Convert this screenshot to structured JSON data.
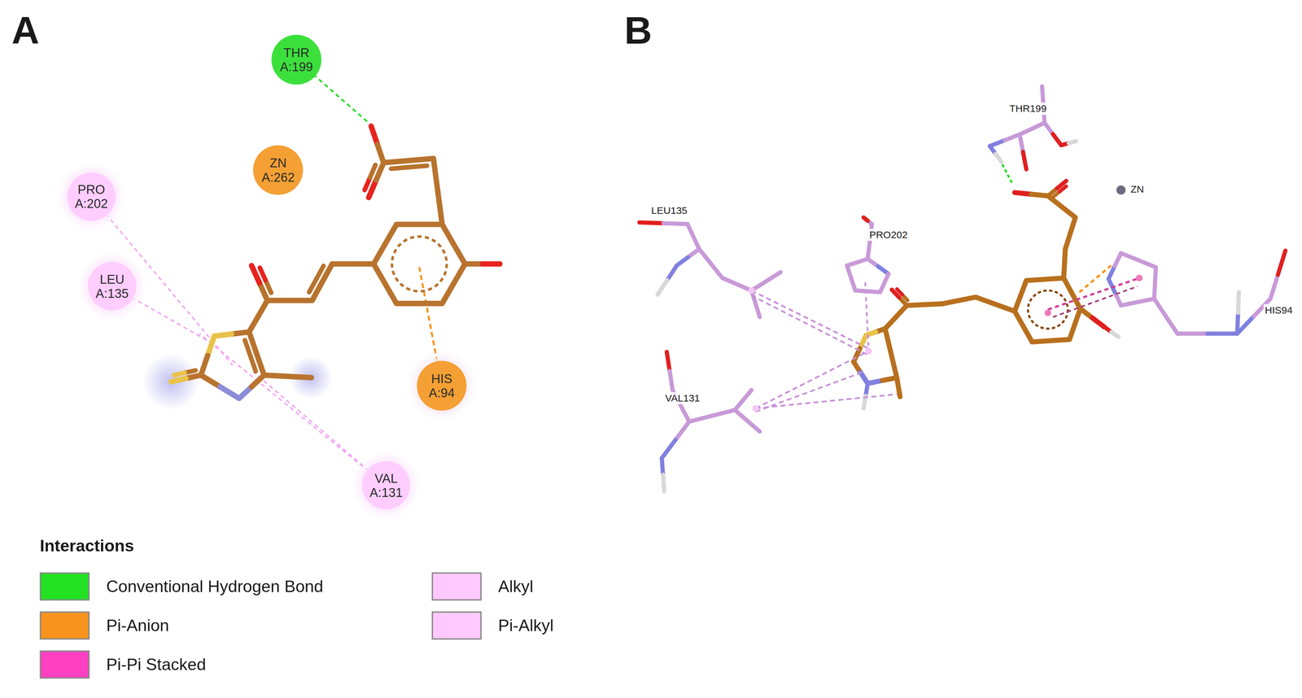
{
  "diagram": {
    "nodes": [
      {
        "text": [
          "THR A:199"
        ]
      },
      {
        "text": [
          "ZN A:262"
        ]
      },
      {
        "text": [
          "PRO A:202"
        ]
      },
      {
        "text": [
          "LEU A:135"
        ]
      },
      {
        "text": [
          "HIS A:94"
        ]
      },
      {
        "text": [
          "VAL A:131"
        ]
      }
    ],
    "labels": [
      "A",
      "B",
      "Interactions",
      "THR199",
      "ZN",
      "LEU135",
      "PRO202",
      "VAL131",
      "HIS94"
    ],
    "legend": [
      {
        "text": "Conventional Hydrogen Bond",
        "color": "#22e022"
      },
      {
        "text": "Pi-Anion",
        "color": "#f7931e"
      },
      {
        "text": "Pi-Pi Stacked",
        "color": "#ff40c0"
      },
      {
        "text": "Alkyl",
        "color": "#ffc8ff"
      },
      {
        "text": "Pi-Alkyl",
        "color": "#ffc8ff"
      }
    ]
  }
}
